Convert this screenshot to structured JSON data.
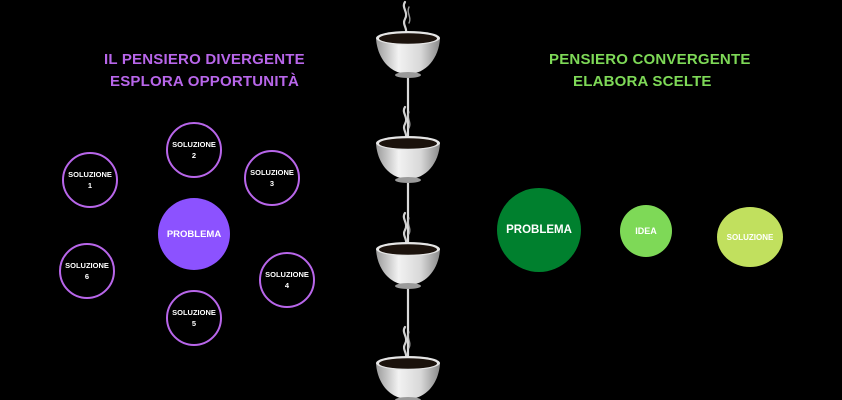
{
  "left": {
    "title_line1": "IL PENSIERO DIVERGENTE",
    "title_line2": "ESPLORA OPPORTUNITÀ",
    "problem": "PROBLEMA",
    "solutions": [
      {
        "label": "SOLUZIONE",
        "num": "1"
      },
      {
        "label": "SOLUZIONE",
        "num": "2"
      },
      {
        "label": "SOLUZIONE",
        "num": "3"
      },
      {
        "label": "SOLUZIONE",
        "num": "4"
      },
      {
        "label": "SOLUZIONE",
        "num": "5"
      },
      {
        "label": "SOLUZIONE",
        "num": "6"
      }
    ]
  },
  "right": {
    "title_line1": "PENSIERO CONVERGENTE",
    "title_line2": "ELABORA SCELTE",
    "problem": "PROBLEMA",
    "idea": "IDEA",
    "solution": "SOLUZIONE"
  },
  "colors": {
    "purple_title": "#b866ea",
    "purple_problem": "#8c52ff",
    "green_title": "#7ed957",
    "green_problem": "#00802e",
    "green_solution": "#c1e05e"
  },
  "decoration": {
    "icon": "coffee-cup-icon",
    "count": 4
  }
}
